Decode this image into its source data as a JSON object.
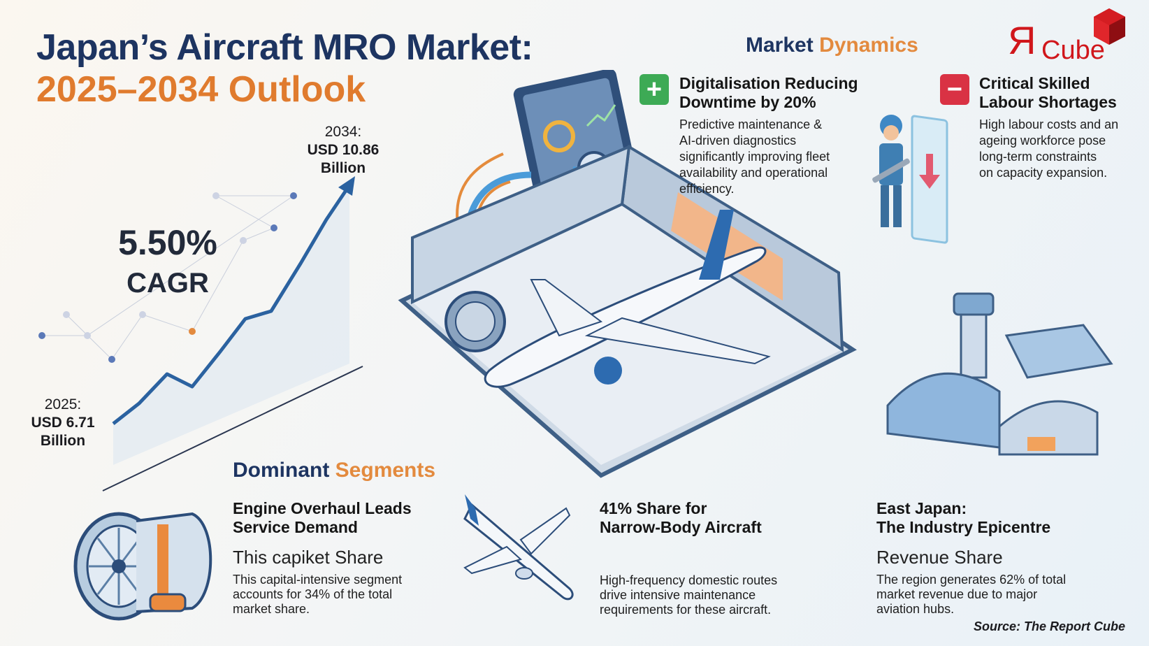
{
  "header": {
    "title_line1": "Japan’s Aircraft MRO Market:",
    "title_line2": "2025–2034 Outlook"
  },
  "logo": {
    "text": "Cube",
    "mark": "Я",
    "color": "#d0161b"
  },
  "colors": {
    "navy": "#1d3461",
    "orange": "#e07b2e",
    "growth_line": "#2b62a0",
    "positive": "#3daa55",
    "negative": "#d93244"
  },
  "growth": {
    "cagr_value": "5.50%",
    "cagr_label": "CAGR",
    "start_year": "2025:",
    "start_value": "USD 6.71",
    "start_unit": "Billion",
    "end_year": "2034:",
    "end_value": "USD 10.86",
    "end_unit": "Billion"
  },
  "chart_data": {
    "type": "line",
    "x": [
      2025,
      2034
    ],
    "values": [
      6.71,
      10.86
    ],
    "unit": "USD Billion"
  },
  "market_dynamics": {
    "title_a": "Market",
    "title_b": "Dynamics",
    "drivers": [
      {
        "icon": "plus-icon",
        "heading_line1": "Digitalisation Reducing",
        "heading_line2": "Downtime by 20%",
        "body": [
          "Predictive maintenance &",
          "AI-driven diagnostics",
          "significantly improving fleet",
          "availability and operational",
          "efficiency."
        ]
      },
      {
        "icon": "minus-icon",
        "heading_line1": "Critical Skilled",
        "heading_line2": "Labour Shortages",
        "body": [
          "High labour costs and an",
          "ageing workforce pose",
          "long-term constraints",
          "on capacity expansion."
        ]
      }
    ]
  },
  "segments": {
    "title_a": "Dominant",
    "title_b": "Segments",
    "items": [
      {
        "heading_line1": "Engine Overhaul Leads",
        "heading_line2": "Service Demand",
        "subheading": "This capiket Share",
        "body": [
          "This capital-intensive segment",
          "accounts for 34% of the total",
          "market share."
        ]
      },
      {
        "heading_line1": "41% Share for",
        "heading_line2": "Narrow-Body Aircraft",
        "subheading": "",
        "body": [
          "High-frequency domestic routes",
          "drive intensive maintenance",
          "requirements for these aircraft."
        ]
      },
      {
        "heading_line1": "East Japan:",
        "heading_line2": "The Industry Epicentre",
        "subheading": "Revenue Share",
        "body": [
          "The region generates 62% of total",
          "market revenue due to major",
          "aviation hubs."
        ]
      }
    ]
  },
  "source": "Source: The Report Cube"
}
